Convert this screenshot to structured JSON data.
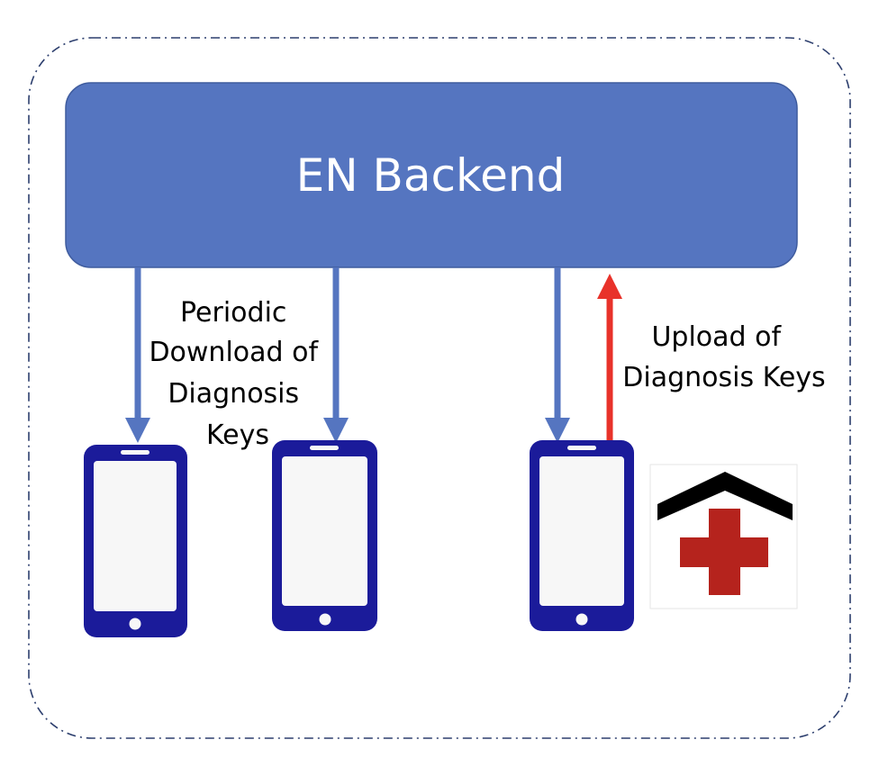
{
  "backend": {
    "label": "EN Backend",
    "fill_color": "#5575c0",
    "stroke_color": "#3f5c9e"
  },
  "download_note": {
    "lines": [
      "Periodic",
      "Download of",
      "Diagnosis",
      "Keys"
    ]
  },
  "upload_note": {
    "lines": [
      "Upload of",
      "Diagnosis Keys"
    ]
  },
  "colors": {
    "download_arrow": "#5575c0",
    "upload_arrow": "#e8322a",
    "phone_body": "#1b1b9a",
    "phone_screen": "#f7f7f7",
    "hospital_roof": "#000000",
    "hospital_cross": "#b5231d",
    "boundary": "#2d3f6e"
  },
  "phones": [
    {
      "id": "phone-1",
      "role": "download"
    },
    {
      "id": "phone-2",
      "role": "download"
    },
    {
      "id": "phone-3",
      "role": "download-and-upload"
    }
  ],
  "hospital": {
    "icon": "hospital-icon"
  }
}
